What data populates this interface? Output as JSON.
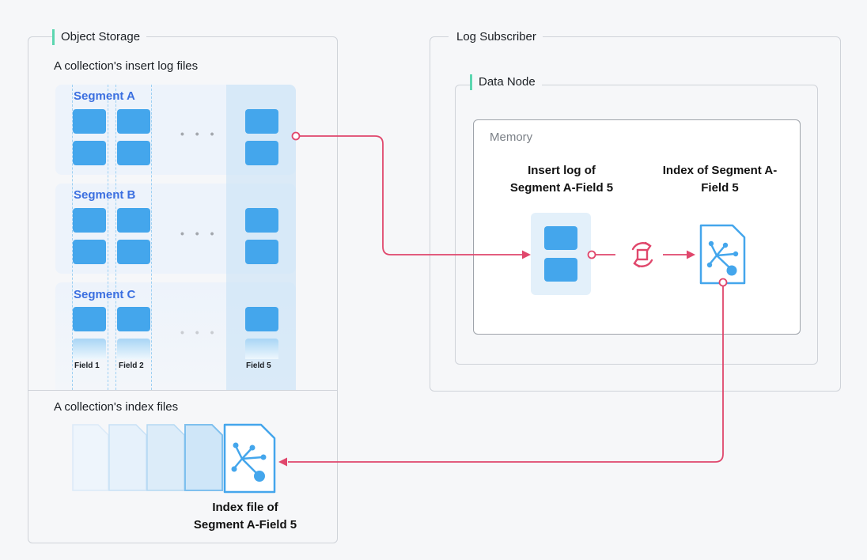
{
  "object_storage": {
    "title": "Object Storage",
    "insert_logs_title": "A collection's insert log files",
    "index_files_title": "A collection's index files",
    "segments": [
      {
        "name": "Segment A"
      },
      {
        "name": "Segment B"
      },
      {
        "name": "Segment C"
      }
    ],
    "field_labels": [
      "Field 1",
      "Field 2",
      "Field 5"
    ],
    "ellipsis": "• • •",
    "index_file_label_line1": "Index file of",
    "index_file_label_line2": "Segment A-Field 5"
  },
  "log_subscriber": {
    "title": "Log Subscriber",
    "data_node": {
      "title": "Data Node",
      "memory": {
        "title": "Memory",
        "insert_log_label_line1": "Insert log of",
        "insert_log_label_line2": "Segment A-Field 5",
        "index_label_line1": "Index of Segment A-",
        "index_label_line2": "Field 5"
      }
    }
  },
  "colors": {
    "accent_green": "#5cd6b0",
    "segment_text": "#3b6fe0",
    "cell_blue": "#44a6ec",
    "arrow_red": "#e0476c",
    "border_gray": "#cfd3d9"
  },
  "icons": [
    "build-index-icon",
    "index-file-icon"
  ]
}
